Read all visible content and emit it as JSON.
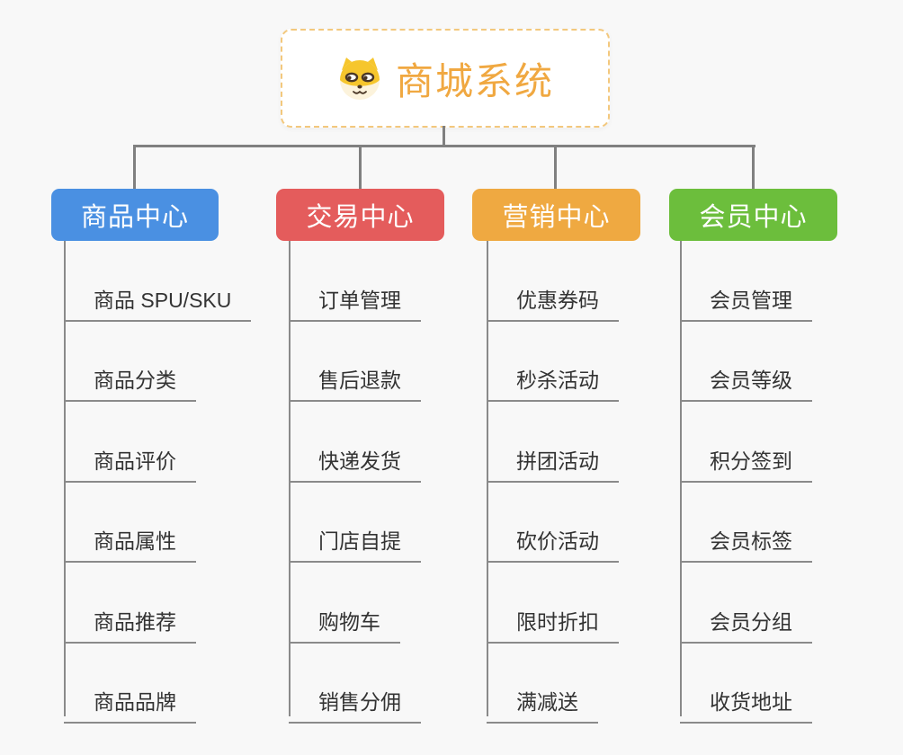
{
  "root": {
    "title": "商城系统",
    "icon": "shiba-dog-icon"
  },
  "branches": [
    {
      "label": "商品中心",
      "color": "#4a90e2",
      "children": [
        "商品 SPU/SKU",
        "商品分类",
        "商品评价",
        "商品属性",
        "商品推荐",
        "商品品牌"
      ]
    },
    {
      "label": "交易中心",
      "color": "#e45c5c",
      "children": [
        "订单管理",
        "售后退款",
        "快递发货",
        "门店自提",
        "购物车",
        "销售分佣"
      ]
    },
    {
      "label": "营销中心",
      "color": "#efa941",
      "children": [
        "优惠券码",
        "秒杀活动",
        "拼团活动",
        "砍价活动",
        "限时折扣",
        "满减送"
      ]
    },
    {
      "label": "会员中心",
      "color": "#6cbe3c",
      "children": [
        "会员管理",
        "会员等级",
        "积分签到",
        "会员标签",
        "会员分组",
        "收货地址"
      ]
    }
  ],
  "colors": {
    "background": "#f8f8f8",
    "connector": "#808080",
    "leaf_line": "#8a8a8a",
    "leaf_text": "#333333",
    "root_text": "#f0a841",
    "root_border": "#f3c87d"
  }
}
